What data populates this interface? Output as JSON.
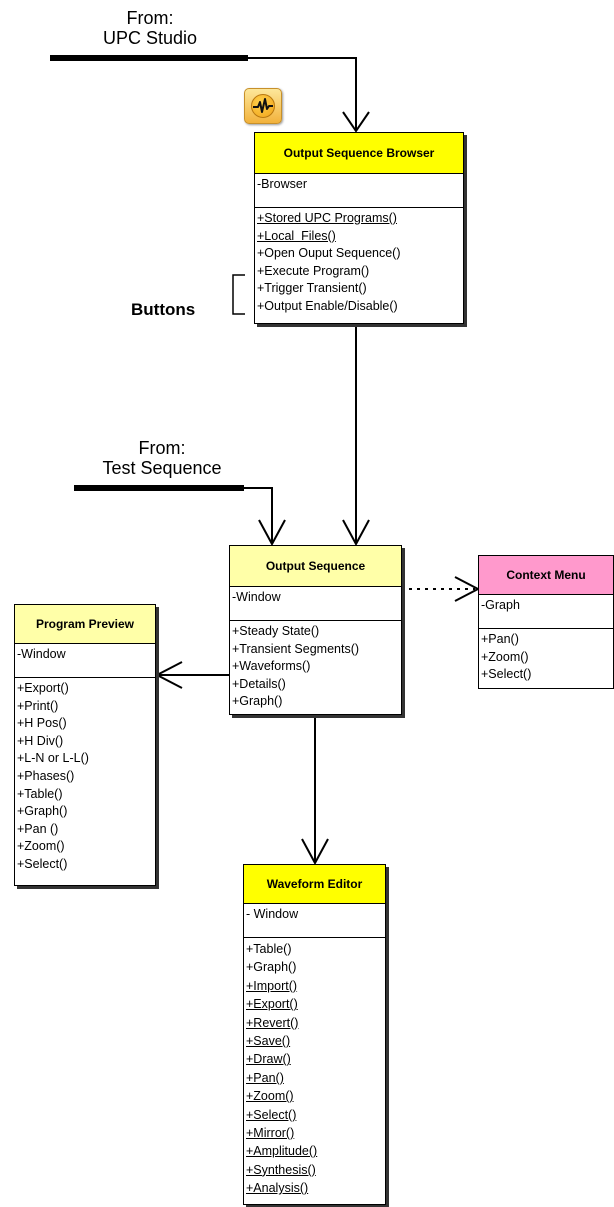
{
  "labels": {
    "from_upc_line1": "From:",
    "from_upc_line2": "UPC Studio",
    "from_test_line1": "From:",
    "from_test_line2": "Test Sequence",
    "buttons": "Buttons"
  },
  "icons": {
    "app_icon": "waveform-pulse-icon"
  },
  "colors": {
    "header_yellow": "#ffff00",
    "header_pale_yellow": "#ffffa8",
    "header_pink": "#ff99cc"
  },
  "boxes": {
    "output_sequence_browser": {
      "title": "Output Sequence Browser",
      "attributes": [
        "-Browser"
      ],
      "operations": [
        "+Stored UPC Programs()",
        "+Local  Files()",
        "+Open Ouput Sequence()",
        "+Execute Program()",
        "+Trigger Transient()",
        "+Output Enable/Disable()"
      ]
    },
    "output_sequence": {
      "title": "Output Sequence",
      "attributes": [
        "-Window"
      ],
      "operations": [
        "+Steady State()",
        "+Transient Segments()",
        "+Waveforms()",
        "+Details()",
        "+Graph()"
      ]
    },
    "context_menu": {
      "title": "Context Menu",
      "attributes": [
        "-Graph"
      ],
      "operations": [
        "+Pan()",
        "+Zoom()",
        "+Select()"
      ]
    },
    "program_preview": {
      "title": "Program Preview",
      "attributes": [
        "-Window"
      ],
      "operations": [
        "+Export()",
        "+Print()",
        "+H Pos()",
        "+H Div()",
        "+L-N or L-L()",
        "+Phases()",
        "+Table()",
        "+Graph()",
        "+Pan ()",
        "+Zoom()",
        "+Select()"
      ]
    },
    "waveform_editor": {
      "title": "Waveform Editor",
      "attributes": [
        "- Window"
      ],
      "operations": [
        "+Table()",
        "+Graph()",
        "+Import()",
        "+Export()",
        "+Revert()",
        "+Save()",
        "+Draw()",
        "+Pan()",
        "+Zoom()",
        "+Select()",
        "+Mirror()",
        "+Amplitude()",
        "+Synthesis()",
        "+Analysis()"
      ]
    }
  }
}
